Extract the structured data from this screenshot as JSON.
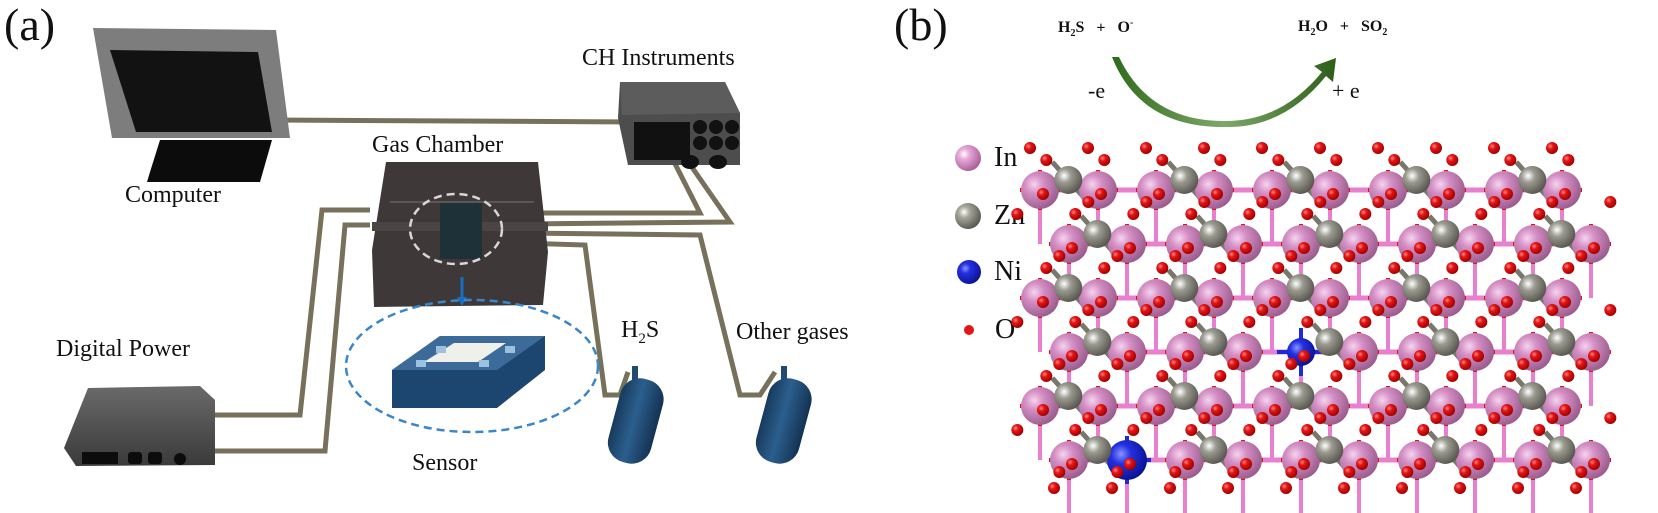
{
  "panel_a": {
    "label": "(a)",
    "components": {
      "computer": "Computer",
      "ch_instruments": "CH Instruments",
      "gas_chamber": "Gas Chamber",
      "digital_power": "Digital Power",
      "sensor": "Sensor",
      "h2s_main": "H",
      "h2s_sub": "2",
      "h2s_tail": "S",
      "other_gases": "Other gases"
    },
    "colors": {
      "tube": "#77705a",
      "chamber": "#3e3838",
      "cylinder": "#1f4a72",
      "sensor": "#1f4e7a",
      "sensor_ring": "#3a86c8"
    }
  },
  "panel_b": {
    "label": "(b)",
    "reaction": {
      "reactant1_main": "H",
      "reactant1_sub": "2",
      "reactant1_tail": "S",
      "plus1": "+",
      "reactant2": "O",
      "reactant2_sup": "-",
      "product1_main": "H",
      "product1_sub": "2",
      "product1_tail": "O",
      "plus2": "+",
      "product2_main": "SO",
      "product2_sub": "2",
      "electron_loss": "-e",
      "electron_gain": "+ e"
    },
    "legend": [
      {
        "element": "In",
        "color": "#d48fc4"
      },
      {
        "element": "Zn",
        "color": "#8a8a80"
      },
      {
        "element": "Ni",
        "color": "#1d2ad6"
      },
      {
        "element": "O",
        "color": "#e51515"
      }
    ]
  }
}
